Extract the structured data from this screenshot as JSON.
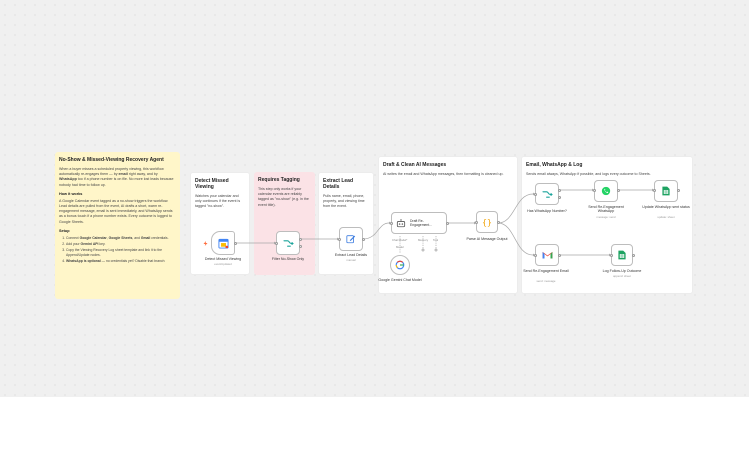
{
  "sticky_main": {
    "title": "No-Show & Missed-Viewing Recovery Agent",
    "intro_a": "When a buyer misses a scheduled property viewing, this workflow automatically re-engages them — by ",
    "intro_email": "email",
    "intro_b": " right away, and by ",
    "intro_whatsapp": "WhatsApp",
    "intro_c": " too if a phone number is on file. No more lost leads because nobody had time to follow up.",
    "how_title": "How it works",
    "how_body": "A Google Calendar event tagged as a no-show triggers the workflow. Lead details are pulled from the event, AI drafts a short, warm re-engagement message, email is sent immediately, and WhatsApp sends as a bonus touch if a phone number exists. Every outcome is logged to Google Sheets.",
    "setup_title": "Setup",
    "setup_items": [
      {
        "a": "Connect ",
        "b": "Google Calendar",
        "c": ", ",
        "d": "Google Sheets",
        "e": ", and ",
        "f": "Gmail",
        "g": " credentials."
      },
      {
        "a": "Add your ",
        "b": "Gemini API",
        "c": " key.",
        "d": "",
        "e": "",
        "f": "",
        "g": ""
      },
      {
        "a": "Copy the Viewing Recovery Log sheet template and link it to the Append/Update nodes.",
        "b": "",
        "c": "",
        "d": "",
        "e": "",
        "f": "",
        "g": ""
      },
      {
        "a": "",
        "b": "WhatsApp is optional",
        "c": " — no credentials yet? Disable that branch",
        "d": "",
        "e": "",
        "f": "",
        "g": ""
      }
    ]
  },
  "section_detect": {
    "title": "Detect Missed Viewing",
    "body": "Watches your calendar and only continues if the event is tagged \"no-show\"."
  },
  "section_tagging": {
    "title": "Requires Tagging",
    "body": "This step only works if your calendar events are reliably tagged as \"no-show\" (e.g. in the event title)."
  },
  "section_extract": {
    "title": "Extract Lead Details",
    "body": "Pulls name, email, phone, property, and viewing time from the event."
  },
  "section_draft": {
    "title": "Draft & Clean AI Messages",
    "body": "AI writes the email and WhatsApp messages, then formatting is cleaned up."
  },
  "section_send": {
    "title": "Email, WhatsApp & Log",
    "body": "Sends email always, WhatsApp if possible, and logs every outcome to Sheets."
  },
  "nodes": {
    "detect": {
      "label": "Detect Missed Viewing",
      "sub": "eventUpdated"
    },
    "filter": {
      "label": "Filter No-Show Only"
    },
    "extract": {
      "label": "Extract Lead Details",
      "sub": "manual"
    },
    "agent": {
      "label": "Draft Re-Engagement...",
      "chat": "Chat Model*",
      "memory": "Memory",
      "tool": "Tool",
      "model_tag": "Model"
    },
    "gemini": {
      "label": "Google Gemini Chat Model"
    },
    "parse": {
      "label": "Parse AI Message Output"
    },
    "has_wa": {
      "label": "Has WhatsApp Number?"
    },
    "send_wa": {
      "label": "Send Re-Engagement WhatsApp",
      "sub": "message: send"
    },
    "update_wa": {
      "label": "Update WhatsApp sent status",
      "sub": "update: sheet"
    },
    "send_email": {
      "label": "Send Re-Engagement Email",
      "sub": "send: message"
    },
    "log": {
      "label": "Log Follow-Up Outcome",
      "sub": "append: sheet"
    }
  },
  "colors": {
    "yellow_note": "#fff6c9",
    "pink_note": "#fbe2e6",
    "switch_teal": "#1aa39a",
    "whatsapp": "#25d366",
    "sheets": "#1ea362",
    "gmail_red": "#ea4335",
    "calendar_blue": "#4285f4",
    "trigger_orange": "#ff6d3d"
  },
  "icons": [
    "calendar-icon",
    "filter-icon",
    "edit-icon",
    "robot-icon",
    "gemini-icon",
    "code-braces-icon",
    "switch-icon",
    "whatsapp-icon",
    "sheets-icon",
    "gmail-icon"
  ]
}
